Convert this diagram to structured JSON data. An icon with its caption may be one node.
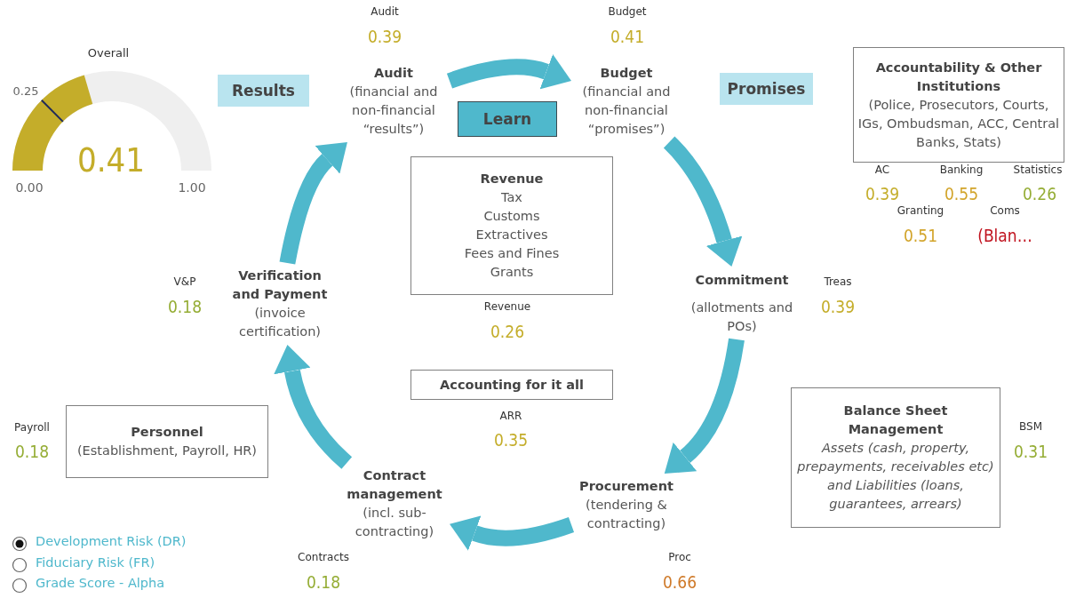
{
  "diagram": {
    "nodes": [
      {
        "text": [
          "Audit",
          "(financial and non-financial “results”)"
        ]
      },
      {
        "text": [
          "Budget",
          "(financial and non-financial “promises”)"
        ]
      },
      {
        "text": [
          "Commitment",
          "(allotments and POs)"
        ]
      },
      {
        "text": [
          "Procurement",
          "(tendering & contracting)"
        ]
      },
      {
        "text": [
          "Contract management",
          "(incl. sub-contracting)"
        ]
      },
      {
        "text": [
          "Verification and Payment",
          "(invoice certification)"
        ]
      },
      {
        "text": [
          "Revenue",
          "Tax",
          "Customs",
          "Extractives",
          "Fees and Fines",
          "Grants"
        ]
      },
      {
        "text": [
          "Accounting for it all"
        ]
      },
      {
        "text": [
          "Personnel",
          "(Establishment, Payroll, HR)"
        ]
      },
      {
        "text": [
          "Accountability & Other Institutions",
          "(Police, Prosecutors, Courts, IGs, Ombudsman, ACC, Central Banks, Stats)"
        ]
      },
      {
        "text": [
          "Balance Sheet Management",
          "Assets (cash, property, prepayments, receivables etc) and Liabilities (loans, guarantees, arrears)"
        ]
      },
      {
        "text": [
          "Results"
        ]
      },
      {
        "text": [
          "Learn"
        ]
      },
      {
        "text": [
          "Promises"
        ]
      }
    ],
    "edges": [
      {
        "from": 0,
        "to": 1,
        "arrow": "to"
      },
      {
        "from": 1,
        "to": 2,
        "arrow": "to"
      },
      {
        "from": 2,
        "to": 3,
        "arrow": "to"
      },
      {
        "from": 3,
        "to": 4,
        "arrow": "to"
      },
      {
        "from": 4,
        "to": 5,
        "arrow": "to"
      },
      {
        "from": 5,
        "to": 0,
        "arrow": "to"
      }
    ],
    "labels": [
      "Audit",
      "0.39",
      "Budget",
      "0.41",
      "Overall",
      "0.25",
      "0.41",
      "0.00",
      "1.00",
      "AC",
      "Banking",
      "Statistics",
      "0.39",
      "0.55",
      "0.26",
      "Granting",
      "Coms",
      "0.51",
      "(Blan…",
      "V&P",
      "0.18",
      "Treas",
      "0.39",
      "Revenue",
      "0.26",
      "ARR",
      "0.35",
      "Payroll",
      "0.18",
      "BSM",
      "0.31",
      "Development Risk (DR)",
      "Fiduciary Risk (FR)",
      "Grade Score - Alpha",
      "Contracts",
      "0.18",
      "Proc",
      "0.66"
    ]
  }
}
